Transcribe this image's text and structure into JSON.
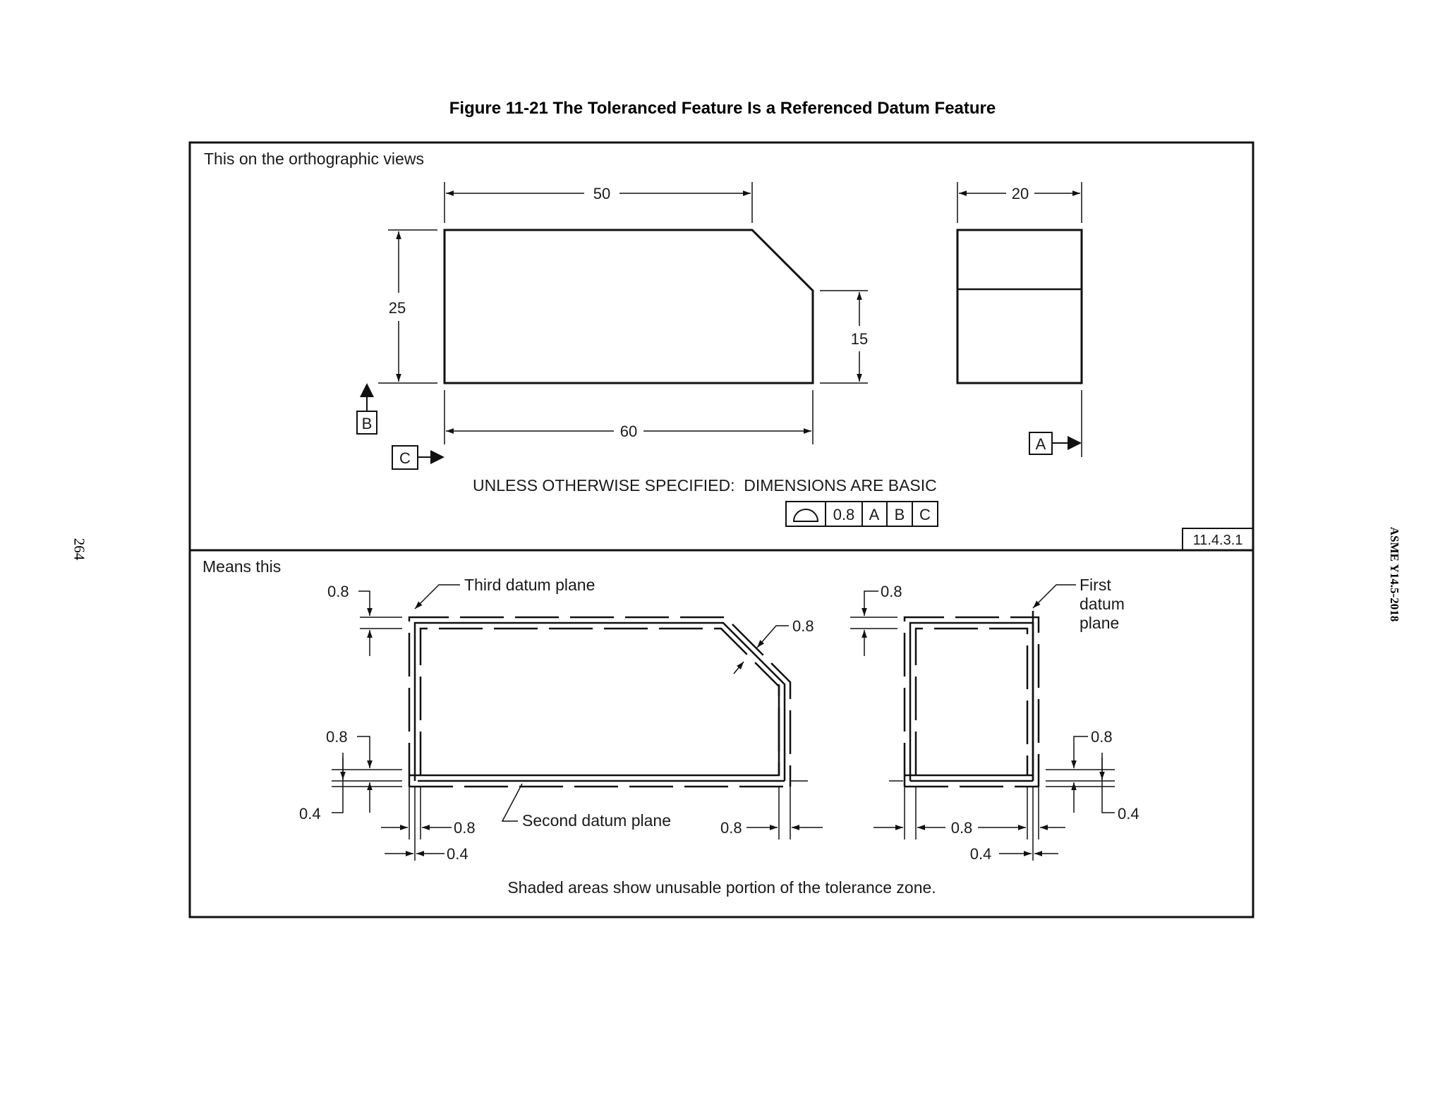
{
  "page": {
    "figure_title": "Figure 11-21 The Toleranced Feature Is a Referenced Datum Feature",
    "page_number": "264",
    "standard": "ASME Y14.5-2018"
  },
  "top_panel": {
    "caption": "This on the orthographic views",
    "dims": {
      "width_top": "50",
      "width_bottom": "60",
      "height_left": "25",
      "height_right": "15",
      "side_width": "20"
    },
    "datums": {
      "b": "B",
      "c": "C",
      "a": "A"
    },
    "note": "UNLESS OTHERWISE SPECIFIED:  DIMENSIONS ARE BASIC",
    "fcf": {
      "symbol": "profile-of-a-surface-icon",
      "tolerance": "0.8",
      "ref1": "A",
      "ref2": "B",
      "ref3": "C"
    },
    "reference": "11.4.3.1"
  },
  "bottom_panel": {
    "caption": "Means this",
    "labels": {
      "third_datum_plane": "Third datum plane",
      "second_datum_plane": "Second datum plane",
      "first_datum_plane": [
        "First",
        "datum",
        "plane"
      ],
      "v08": "0.8",
      "v04": "0.4"
    },
    "note": "Shaded areas show unusable portion of the tolerance zone."
  }
}
